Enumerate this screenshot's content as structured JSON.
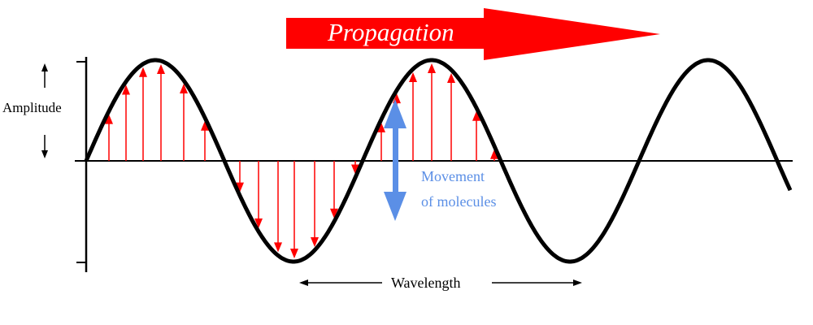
{
  "diagram": {
    "propagation_label": "Propagation",
    "amplitude_label": "Amplitude",
    "movement_label_line1": "Movement",
    "movement_label_line2": "of molecules",
    "wavelength_label": "Wavelength"
  },
  "colors": {
    "wave": "#000000",
    "molecule_arrows": "#ff0000",
    "propagation_arrow": "#ff0000",
    "movement_arrow": "#5b8fe6",
    "movement_text": "#5b8fe6"
  }
}
